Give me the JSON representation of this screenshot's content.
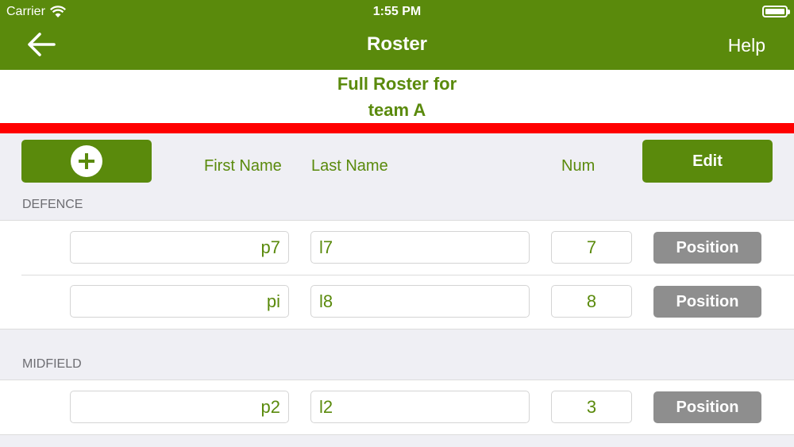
{
  "status_bar": {
    "carrier": "Carrier",
    "time": "1:55 PM"
  },
  "nav": {
    "title": "Roster",
    "help_label": "Help"
  },
  "subheader": {
    "line1": "Full Roster for",
    "line2": "team A"
  },
  "columns": {
    "first": "First Name",
    "last": "Last Name",
    "num": "Num"
  },
  "edit_label": "Edit",
  "sections": [
    {
      "label": "DEFENCE",
      "players": [
        {
          "first": "p7",
          "last": "l7",
          "num": "7",
          "position_label": "Position"
        },
        {
          "first": "pi",
          "last": "l8",
          "num": "8",
          "position_label": "Position"
        }
      ]
    },
    {
      "label": "MIDFIELD",
      "players": [
        {
          "first": "p2",
          "last": "l2",
          "num": "3",
          "position_label": "Position"
        }
      ]
    }
  ],
  "colors": {
    "brand": "#5a8a0c",
    "alert_bar": "#ff0000",
    "position_button": "#8e8e8e"
  },
  "icons": {
    "back": "arrow-left-icon",
    "add": "plus-circle-icon",
    "wifi": "wifi-icon",
    "battery": "battery-icon"
  }
}
